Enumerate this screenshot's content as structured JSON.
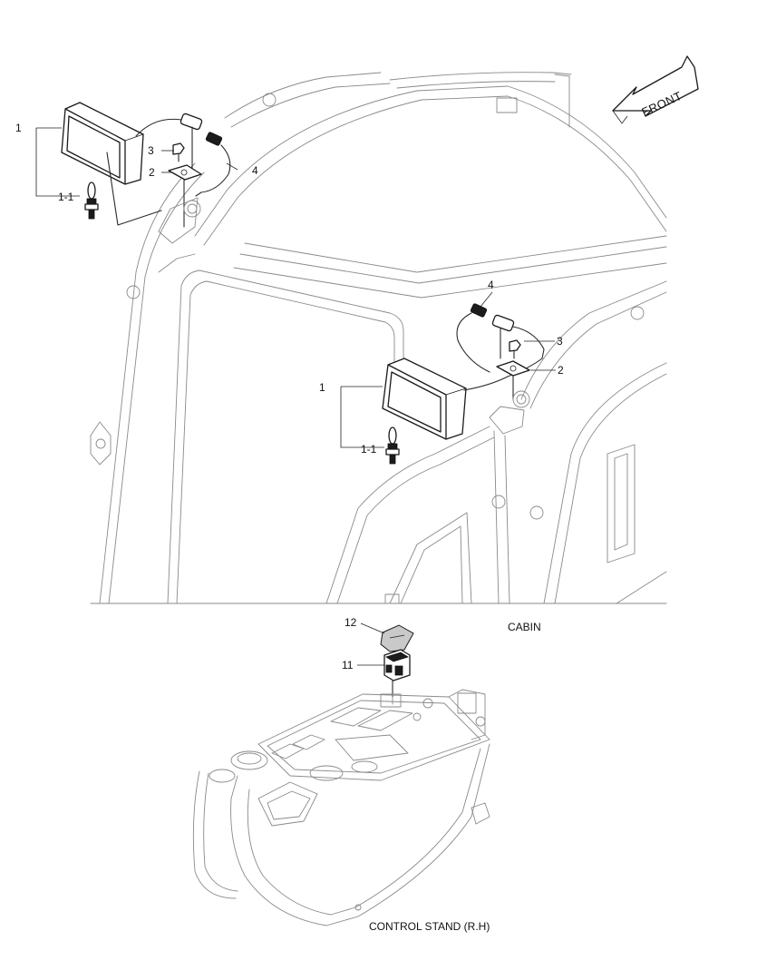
{
  "front_arrow": {
    "label": "FRONT"
  },
  "captions": {
    "cabin": "CABIN",
    "control_stand": "CONTROL STAND (R.H)"
  },
  "callouts": {
    "left_lamp": "1",
    "left_bulb": "1-1",
    "left_bolt": "3",
    "left_bracket": "2",
    "left_harness": "4",
    "right_harness": "4",
    "right_bolt": "3",
    "right_bracket": "2",
    "right_lamp": "1",
    "right_bulb": "1-1",
    "switch_cover": "12",
    "switch": "11"
  }
}
